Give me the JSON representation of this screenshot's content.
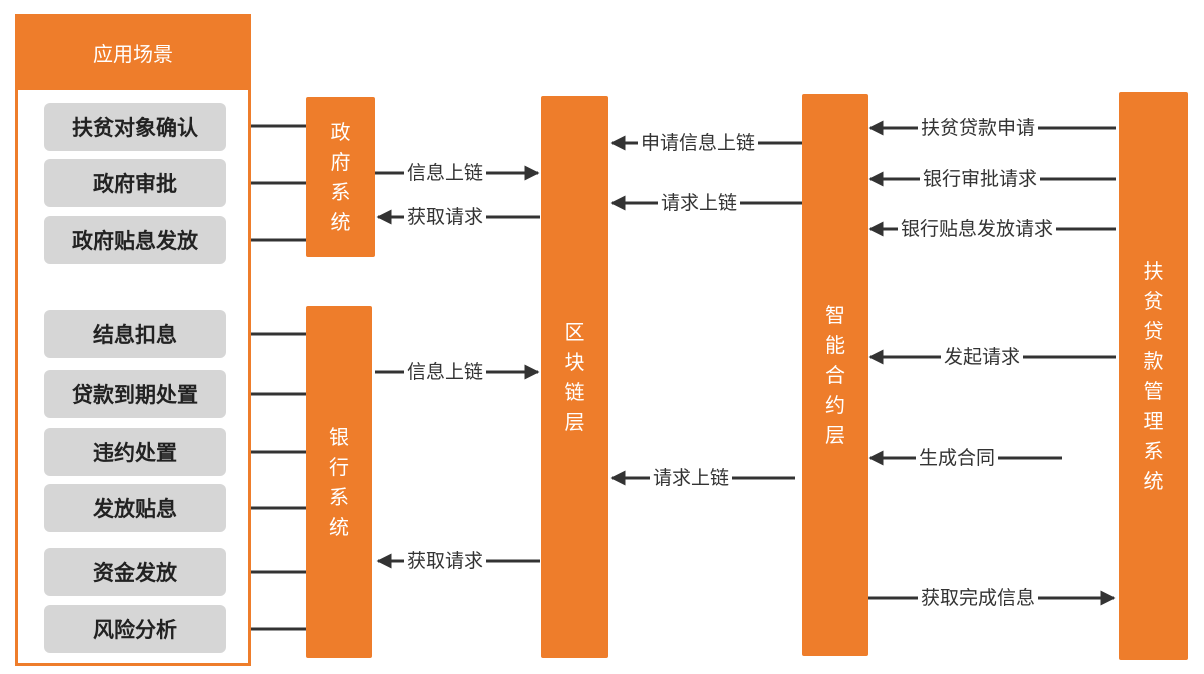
{
  "colors": {
    "accent": "#ee7d2b",
    "scenario_bg": "#d6d6d6",
    "line": "#333333"
  },
  "panel": {
    "title": "应用场景"
  },
  "scenarios": [
    "扶贫对象确认",
    "政府审批",
    "政府贴息发放",
    "结息扣息",
    "贷款到期处置",
    "违约处置",
    "发放贴息",
    "资金发放",
    "风险分析"
  ],
  "blocks": {
    "gov": "政府系统",
    "bank": "银行系统",
    "chain": "区块链层",
    "contract": "智能合约层",
    "loan": "扶贫贷款管理系统"
  },
  "labels": {
    "gov_info_up": "信息上链",
    "gov_get_req": "获取请求",
    "bank_info_up": "信息上链",
    "bank_get_req": "获取请求",
    "apply_info_up": "申请信息上链",
    "req_up_1": "请求上链",
    "req_up_2": "请求上链",
    "loan_apply": "扶贫贷款申请",
    "bank_approve_req": "银行审批请求",
    "bank_subsidy_req": "银行贴息发放请求",
    "initiate_req": "发起请求",
    "gen_contract": "生成合同",
    "get_done_info": "获取完成信息"
  }
}
